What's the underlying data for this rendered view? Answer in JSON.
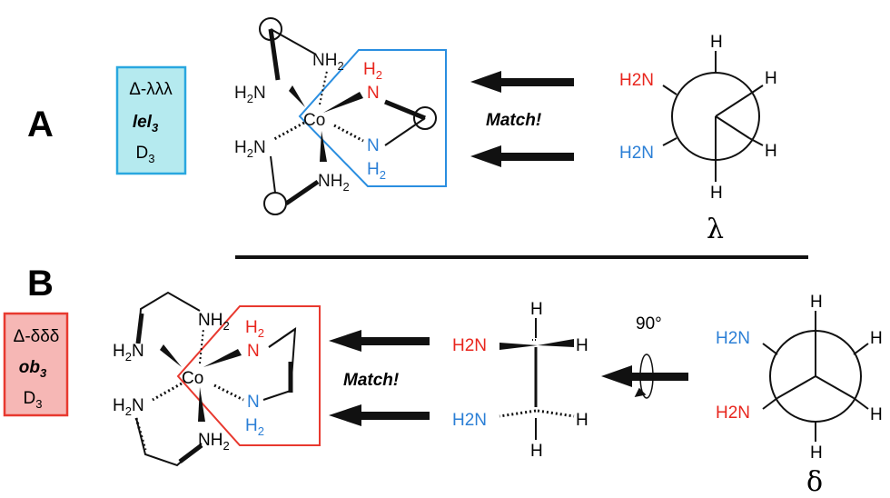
{
  "panel_a": {
    "letter": "A",
    "box": {
      "line1": "Δ-λλλ",
      "line2": "lel",
      "line2_sub": "3",
      "line3": "D",
      "line3_sub": "3",
      "fill": "#b5eaef",
      "stroke": "#29a7df"
    },
    "complex": {
      "metal": "Co",
      "ring_highlight": "#2a8ee0"
    },
    "match": "Match!",
    "newman": {
      "top": "H",
      "left_upper": "H2N",
      "left_lower": "H2N",
      "right_upper": "H",
      "right_lower": "H",
      "bottom": "H",
      "label": "λ"
    }
  },
  "panel_b": {
    "letter": "B",
    "box": {
      "line1": "Δ-δδδ",
      "line2": "ob",
      "line2_sub": "3",
      "line3": "D",
      "line3_sub": "3",
      "fill": "#f6b7b5",
      "stroke": "#e8392f"
    },
    "complex": {
      "metal": "Co",
      "ring_highlight": "#e8392f"
    },
    "match": "Match!",
    "rotation": "90°",
    "newman": {
      "top": "H",
      "left_upper": "H2N",
      "left_lower": "H2N",
      "right_upper": "H",
      "right_lower": "H",
      "bottom": "H",
      "label": "δ"
    }
  },
  "labels": {
    "nh2": "NH",
    "h2n": "H",
    "n": "N",
    "h": "H",
    "two": "2"
  },
  "colors": {
    "red": "#e8261e",
    "blue": "#2b7fd6",
    "black": "#111111"
  }
}
